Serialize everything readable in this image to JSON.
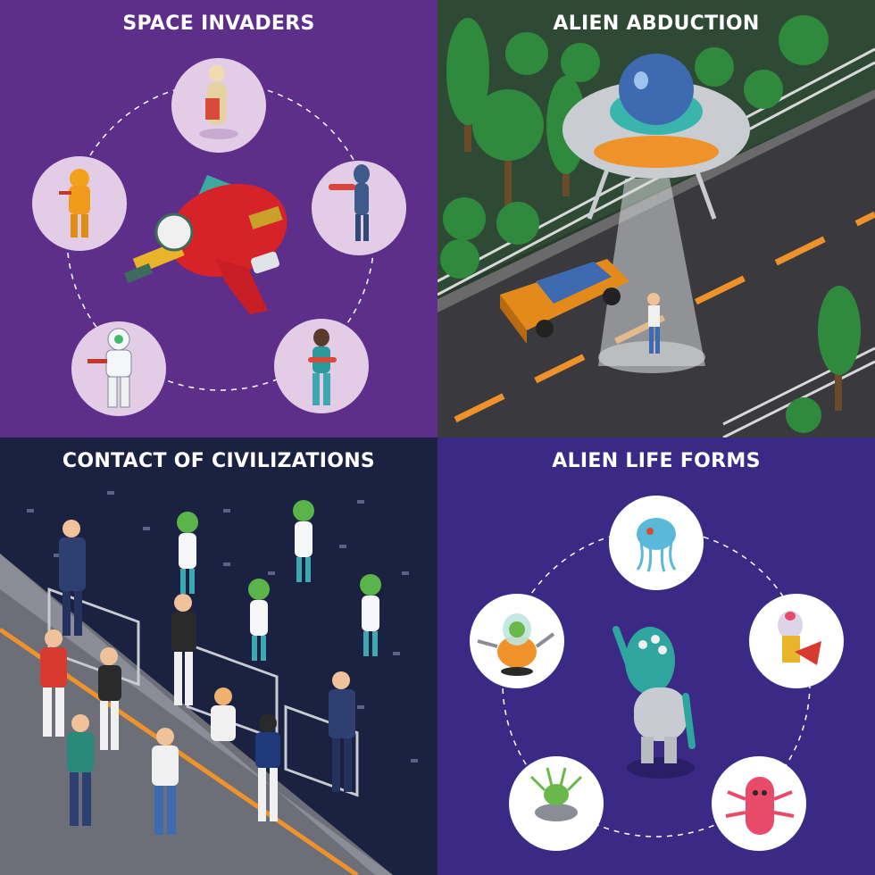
{
  "panels": [
    {
      "title": "SPACE INVADERS"
    },
    {
      "title": "ALIEN ABDUCTION"
    },
    {
      "title": "CONTACT OF CIVILIZATIONS"
    },
    {
      "title": "ALIEN LIFE FORMS"
    }
  ],
  "colors": {
    "space_invaders_bg": "#5e2f8a",
    "alien_abduction_bg": "#2a3a2c",
    "contact_bg": "#1b2140",
    "life_forms_bg": "#3a2a86",
    "title_text": "#ffffff"
  }
}
